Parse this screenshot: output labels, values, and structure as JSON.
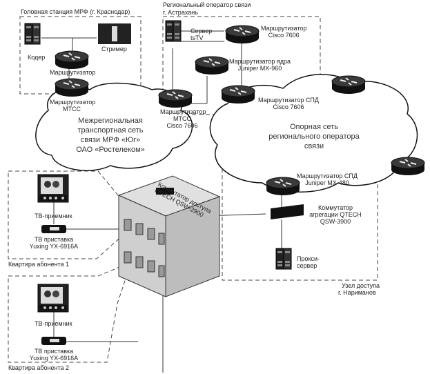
{
  "zones": {
    "head_station": "Головная станция МРФ (г. Краснодар)",
    "regional_operator_line1": "Региональный оператор связи",
    "regional_operator_line2": "г. Астрахань",
    "access_node_line1": "Узел доступа",
    "access_node_line2": "г. Нариманов",
    "apartment1": "Квартира абонента 1",
    "apartment2": "Квартира абонента 2"
  },
  "clouds": {
    "interregional": [
      "Межрегиональная",
      "транспортная сеть",
      "связи МРФ «Юг»",
      "ОАО «Ростелеком»"
    ],
    "backbone": [
      "Опорная сеть",
      "регионального оператора",
      "связи"
    ]
  },
  "devices": {
    "coder": "Кодер",
    "streamer": "Стример",
    "router": "Маршрутизатор",
    "router_mtss": [
      "Маршрутизатор",
      "МТСС"
    ],
    "router_mtss_cisco": [
      "Маршрутизатор",
      "МТСС",
      "Cisco 7606"
    ],
    "server_tstv": [
      "Сервер",
      "tsTV"
    ],
    "router_cisco": [
      "Маршрутизатор",
      "Cisco 7606"
    ],
    "router_core": [
      "Маршрутизатор ядра",
      "Juniper MX-960"
    ],
    "router_spd_cisco": [
      "Маршрутизатор СПД",
      "Cisco 7606"
    ],
    "router_spd_juniper": [
      "Маршрутизатор СПД",
      "Juniper MX-480"
    ],
    "agg_switch": [
      "Коммутатор",
      "агрегации QTECH",
      "QSW-3900"
    ],
    "proxy": [
      "Прокси-",
      "сервер"
    ],
    "access_switch": [
      "Коммутатор доступа",
      "QTECH QSW-2900"
    ],
    "tv1": "ТВ-приемник",
    "stb1": [
      "ТВ приставка",
      "Yuxing YX-6916A"
    ],
    "tv2": "ТВ-приемник",
    "stb2": [
      "ТВ приставка",
      "Yuxing YX-6916A"
    ]
  }
}
